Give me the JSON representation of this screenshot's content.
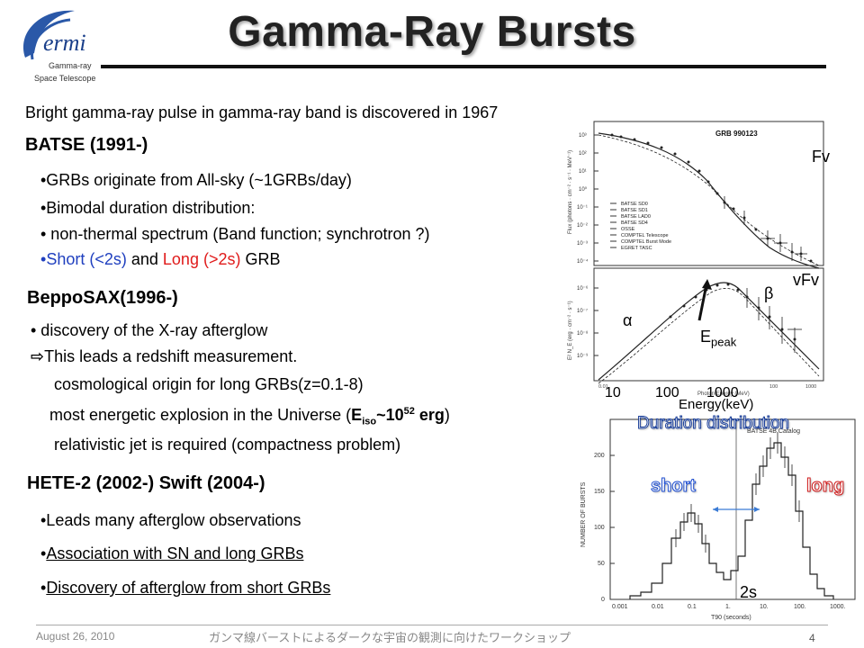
{
  "logo": {
    "name": "ermi",
    "line1": "Gamma-ray",
    "line2": "Space Telescope"
  },
  "title": "Gamma-Ray Bursts",
  "intro": "Bright gamma-ray pulse in gamma-ray band is discovered in 1967",
  "batse": {
    "heading": "BATSE (1991-)",
    "b1": "•GRBs originate from All-sky (~1GRBs/day)",
    "b2": "•Bimodal duration distribution:",
    "b3": "• non-thermal spectrum (Band function; synchrotron ?)",
    "b4_pre": "•",
    "b4_short": "Short (<2s)",
    "b4_and": " and ",
    "b4_long": "Long (>2s)",
    "b4_post": " GRB"
  },
  "beppo": {
    "heading": "BeppoSAX(1996-)",
    "b1": "• discovery of the X-ray afterglow",
    "arrow": "⇨",
    "b2": "This leads a redshift measurement.",
    "b3": "cosmological origin for long GRBs(z=0.1-8)",
    "b4_pre": "most energetic explosion in the Universe (",
    "b4_E": "E",
    "b4_sub": "iso",
    "b4_mid": "~10",
    "b4_sup": "52",
    "b4_unit": " erg",
    "b4_close": ")",
    "b5": "relativistic jet is required (compactness problem)"
  },
  "hete": {
    "heading": "HETE-2 (2002-) Swift (2004-)",
    "b1": "•Leads many afterglow observations",
    "b2_bullet": "•",
    "b2": "Association with SN and long GRBs",
    "b3_bullet": "•",
    "b3": "Discovery of afterglow from short GRBs"
  },
  "spectrum_fig": {
    "grb_label": "GRB 990123",
    "fv": "Fv",
    "vfv": "vFv",
    "alpha": "α",
    "beta": "β",
    "epeak": "E",
    "epeak_sub": "peak",
    "tick_10": "10",
    "tick_100": "100",
    "tick_1000": "1000",
    "energy": "Energy(keV)",
    "legend": [
      "BATSE SD0",
      "BATSE SD1",
      "BATSE LAD0",
      "BATSE SD4",
      "OSSE",
      "COMPTEL Telescope",
      "COMPTEL Burst Mode",
      "EGRET TASC"
    ],
    "flux_axis": "Flux (photons · cm⁻² · s⁻¹ · MeV⁻¹)",
    "nufnu_axis": "E² N_E (erg · cm⁻² · s⁻¹)",
    "photon_energy": "Photon Energy (MeV)"
  },
  "duration_fig": {
    "title": "Duration distribution",
    "catalog": "BATSE 4B Catalog",
    "short": "short",
    "long": "long",
    "two_s": "2s",
    "ylabel": "NUMBER OF BURSTS",
    "xlabel": "T90 (seconds)",
    "xticks": [
      "0.001",
      "0.01",
      "0.1",
      "1.",
      "10.",
      "100.",
      "1000."
    ],
    "yticks": [
      "0",
      "50",
      "100",
      "150",
      "200"
    ]
  },
  "footer": {
    "date": "August 26, 2010",
    "text": "ガンマ線バーストによるダークな宇宙の観測に向けたワークショップ",
    "page": "4"
  },
  "colors": {
    "short_long_label": "#1f4fd1",
    "short_text": "#1f3fbf",
    "long_text": "#e01b1b"
  }
}
